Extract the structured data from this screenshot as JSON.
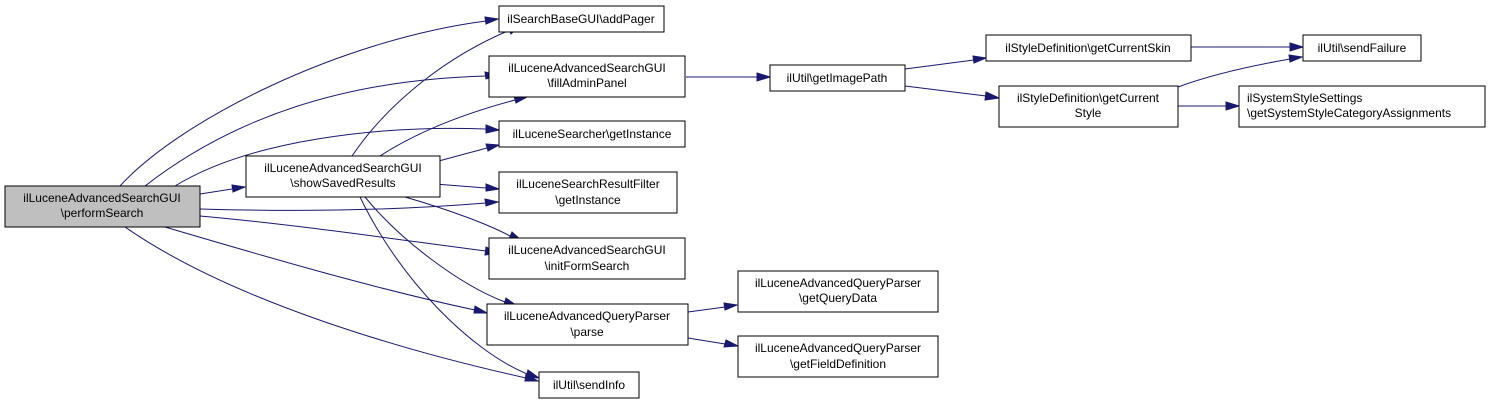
{
  "colors": {
    "edge": "#191970",
    "root_fill": "#bfbfbf",
    "node_fill": "#ffffff",
    "border": "#000000"
  },
  "nodes": {
    "perform_search": {
      "lines": [
        "ilLuceneAdvancedSearchGUI",
        "\\performSearch"
      ]
    },
    "show_saved_results": {
      "lines": [
        "ilLuceneAdvancedSearchGUI",
        "\\showSavedResults"
      ]
    },
    "add_pager": {
      "lines": [
        "ilSearchBaseGUI\\addPager"
      ]
    },
    "fill_admin_panel": {
      "lines": [
        "ilLuceneAdvancedSearchGUI",
        "\\fillAdminPanel"
      ]
    },
    "searcher_get_instance": {
      "lines": [
        "ilLuceneSearcher\\getInstance"
      ]
    },
    "filter_get_instance": {
      "lines": [
        "ilLuceneSearchResultFilter",
        "\\getInstance"
      ]
    },
    "init_form_search": {
      "lines": [
        "ilLuceneAdvancedSearchGUI",
        "\\initFormSearch"
      ]
    },
    "query_parser_parse": {
      "lines": [
        "ilLuceneAdvancedQueryParser",
        "\\parse"
      ]
    },
    "send_info": {
      "lines": [
        "ilUtil\\sendInfo"
      ]
    },
    "get_image_path": {
      "lines": [
        "ilUtil\\getImagePath"
      ]
    },
    "get_current_skin": {
      "lines": [
        "ilStyleDefinition\\getCurrentSkin"
      ]
    },
    "get_current_style": {
      "lines": [
        "ilStyleDefinition\\getCurrent",
        "Style"
      ]
    },
    "send_failure": {
      "lines": [
        "ilUtil\\sendFailure"
      ]
    },
    "style_category_assignments": {
      "lines": [
        "ilSystemStyleSettings",
        "\\getSystemStyleCategoryAssignments"
      ]
    },
    "get_query_data": {
      "lines": [
        "ilLuceneAdvancedQueryParser",
        "\\getQueryData"
      ]
    },
    "get_field_definition": {
      "lines": [
        "ilLuceneAdvancedQueryParser",
        "\\getFieldDefinition"
      ]
    }
  }
}
